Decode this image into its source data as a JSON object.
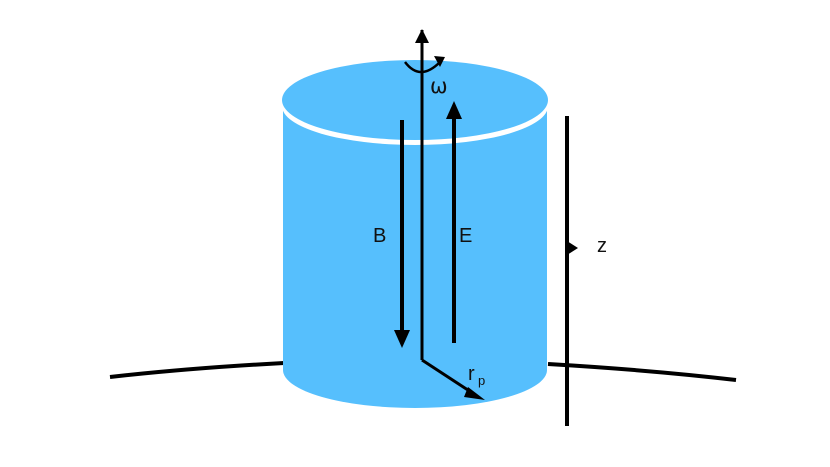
{
  "diagram": {
    "labels": {
      "omega": "ω",
      "magnetic_field": "B",
      "electric_field": "E",
      "z_axis": "z",
      "radius": "r",
      "radius_subscript": "p"
    },
    "colors": {
      "cylinder_fill": "#56BFFD",
      "cylinder_highlight": "#ffffff",
      "line": "#000000",
      "background": "#ffffff"
    },
    "components": [
      "surface-curve",
      "cylinder",
      "rotation-axis",
      "rotation-arc",
      "magnetic-field-arrow",
      "electric-field-arrow",
      "radius-vector",
      "z-axis-line"
    ]
  }
}
